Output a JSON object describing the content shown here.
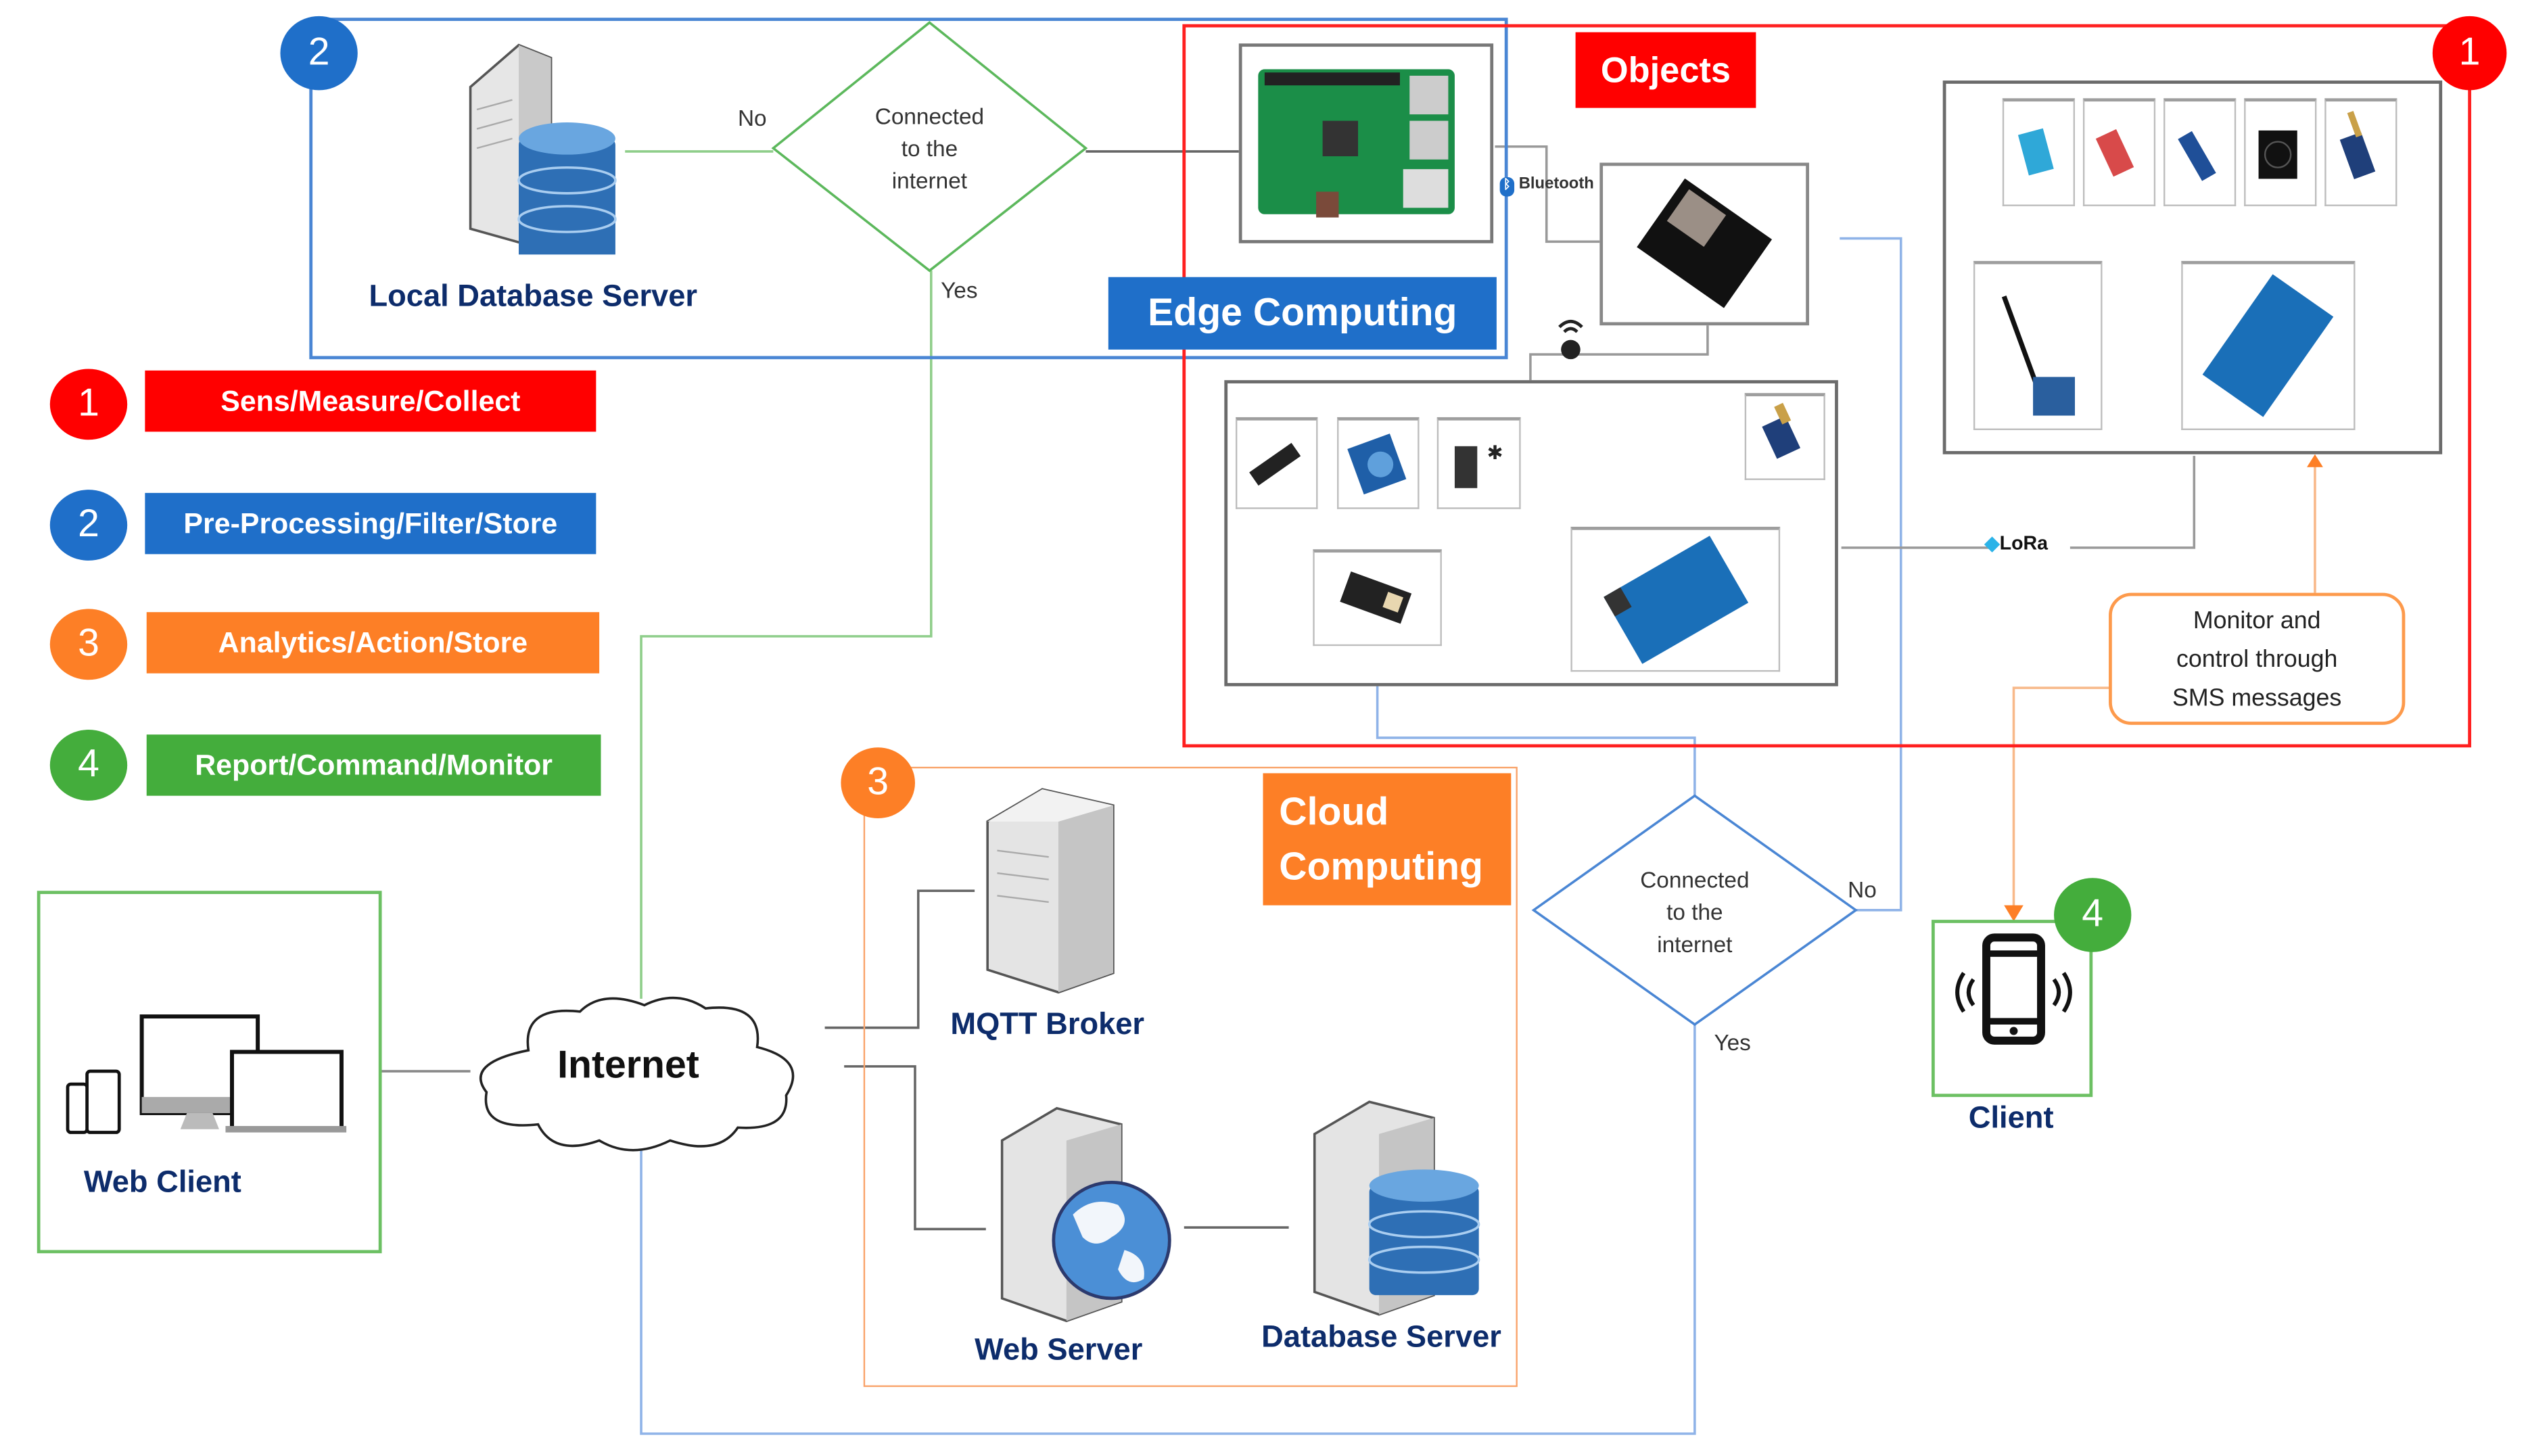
{
  "colors": {
    "red": "#ff0000",
    "blue": "#1f6fc9",
    "orange": "#fd7f26",
    "green": "#44ad3c",
    "navy": "#0d2c6b"
  },
  "legend": [
    {
      "number": "1",
      "label": "Sens/Measure/Collect"
    },
    {
      "number": "2",
      "label": "Pre-Processing/Filter/Store"
    },
    {
      "number": "3",
      "label": "Analytics/Action/Store"
    },
    {
      "number": "4",
      "label": "Report/Command/Monitor"
    }
  ],
  "edge": {
    "badge": "2",
    "title": "Edge Computing",
    "local_db_label": "Local Database Server",
    "decision": {
      "line1": "Connected",
      "line2": "to the",
      "line3": "internet",
      "no": "No",
      "yes": "Yes"
    }
  },
  "objects": {
    "badge": "1",
    "title": "Objects",
    "bluetooth_label": "Bluetooth",
    "lora_label": "LoRa",
    "sms_note": {
      "line1": "Monitor and",
      "line2": "control through",
      "line3": "SMS messages"
    }
  },
  "cloud": {
    "badge": "3",
    "title_line1": "Cloud",
    "title_line2": "Computing",
    "mqtt_label": "MQTT Broker",
    "web_server_label": "Web Server",
    "db_server_label": "Database Server",
    "decision": {
      "line1": "Connected",
      "line2": "to the",
      "line3": "internet",
      "no": "No",
      "yes": "Yes"
    }
  },
  "internet": {
    "label": "Internet"
  },
  "web_client": {
    "label": "Web Client"
  },
  "mobile_client": {
    "badge": "4",
    "label": "Client"
  }
}
